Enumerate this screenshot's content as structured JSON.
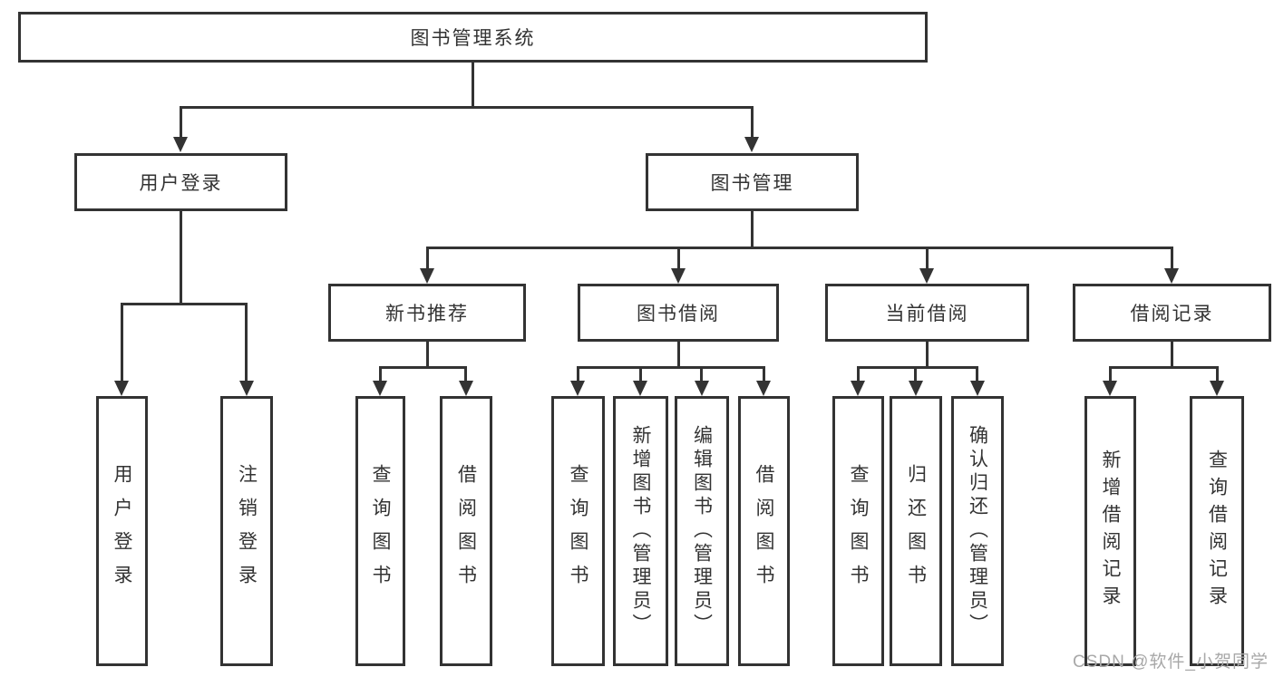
{
  "root": {
    "label": "图书管理系统"
  },
  "branches": [
    {
      "label": "用户登录",
      "children": [
        {
          "label": "用户登录"
        },
        {
          "label": "注销登录"
        }
      ]
    },
    {
      "label": "图书管理",
      "children": [
        {
          "label": "新书推荐",
          "children": [
            {
              "label": "查询图书"
            },
            {
              "label": "借阅图书"
            }
          ]
        },
        {
          "label": "图书借阅",
          "children": [
            {
              "label": "查询图书"
            },
            {
              "label": "新增图书（管理员）"
            },
            {
              "label": "编辑图书（管理员）"
            },
            {
              "label": "借阅图书"
            }
          ]
        },
        {
          "label": "当前借阅",
          "children": [
            {
              "label": "查询图书"
            },
            {
              "label": "归还图书"
            },
            {
              "label": "确认归还（管理员）"
            }
          ]
        },
        {
          "label": "借阅记录",
          "children": [
            {
              "label": "新增借阅记录"
            },
            {
              "label": "查询借阅记录"
            }
          ]
        }
      ]
    }
  ],
  "watermark": {
    "text": "CSDN @软件_小贺同学"
  },
  "colors": {
    "line": "#333333",
    "text": "#333333",
    "background": "#ffffff",
    "watermark": "#a8a8a8"
  }
}
